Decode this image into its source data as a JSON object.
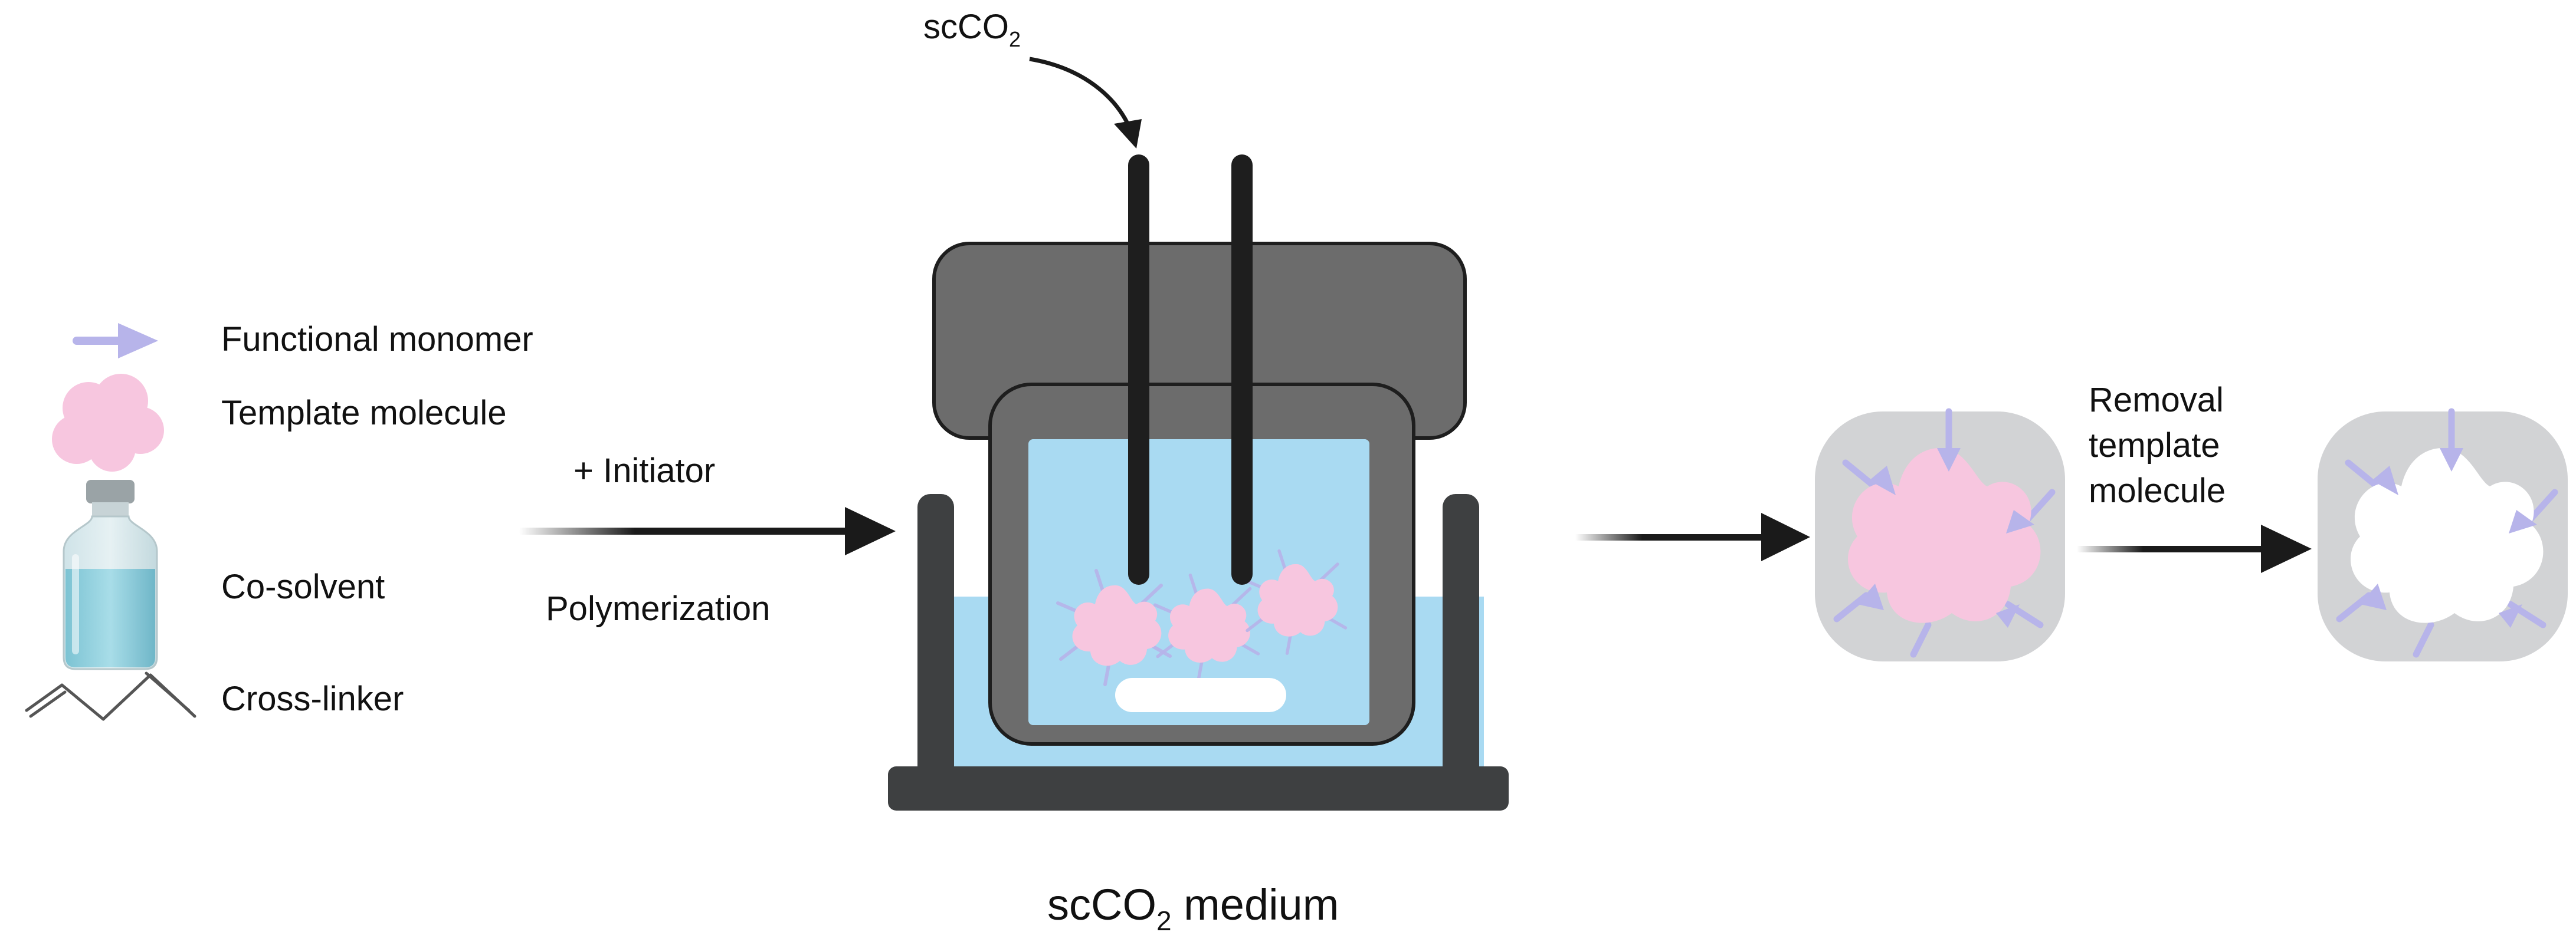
{
  "legend": {
    "functional_monomer": "Functional monomer",
    "template_molecule": "Template molecule",
    "co_solvent": "Co-solvent",
    "cross_linker": "Cross-linker"
  },
  "steps": {
    "initiator": "+ Initiator",
    "polymerization": "Polymerization",
    "removal_line1": "Removal",
    "removal_line2": "template",
    "removal_line3": "molecule"
  },
  "reactor": {
    "inlet_prefix": "scCO",
    "inlet_subscript": "2",
    "medium_prefix": "scCO",
    "medium_subscript": "2",
    "medium_suffix": " medium"
  },
  "colors": {
    "monomer": "#b7b4ea",
    "template": "#f7c6df",
    "fluid": "#a9daf2",
    "vessel_dark": "#3e4041",
    "vessel_mid": "#6c6c6c",
    "polymer_matrix": "#d2d3d5",
    "arrow": "#1a1a1a"
  }
}
